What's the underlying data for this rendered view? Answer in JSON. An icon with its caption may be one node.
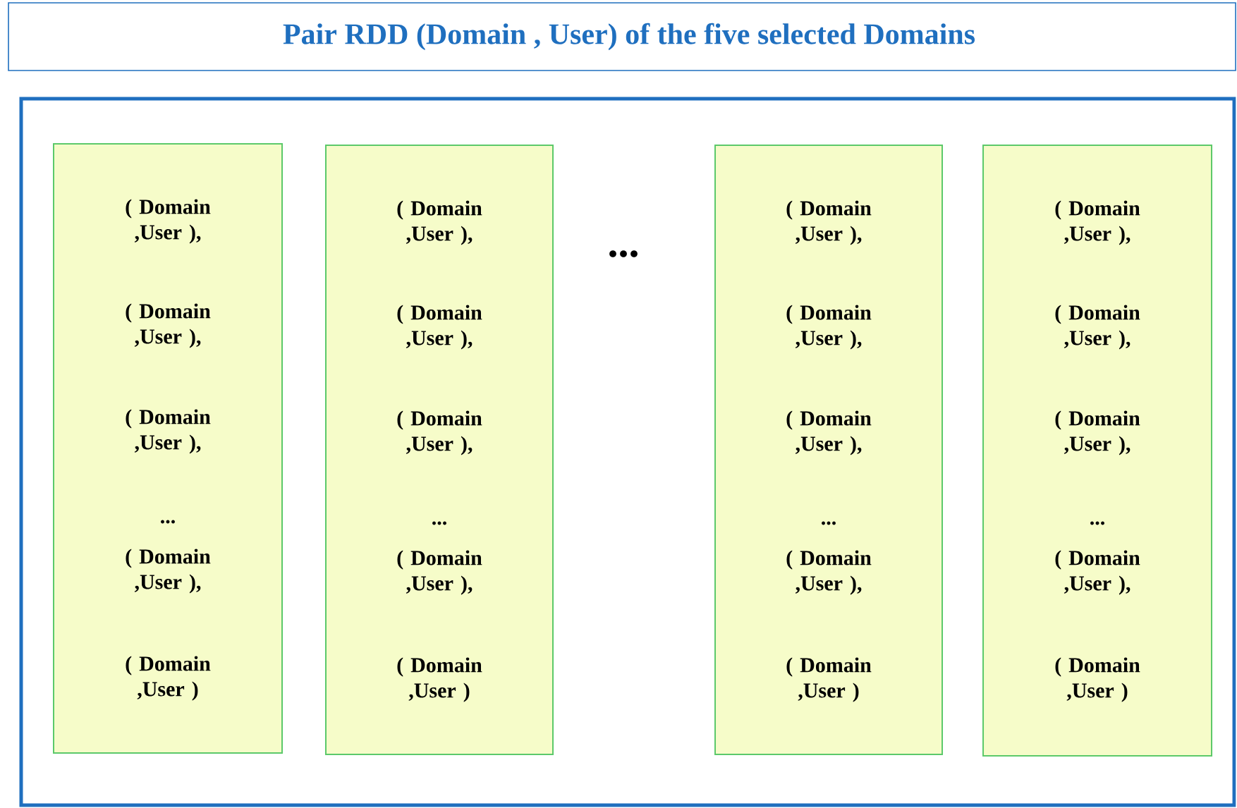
{
  "diagram": {
    "title": "Pair RDD (Domain , User) of the five selected Domains",
    "nodes": [
      {
        "text": [],
        "shape": "box"
      },
      {
        "text": [
          "( Domain ,User ),",
          "( Domain ,User ),",
          "( Domain ,User ),",
          "...",
          "( Domain ,User ),",
          "( Domain ,User )"
        ],
        "in": 0
      },
      {
        "text": [
          "( Domain ,User ),",
          "( Domain ,User ),",
          "( Domain ,User ),",
          "...",
          "( Domain ,User ),",
          "( Domain ,User )"
        ],
        "in": 0
      },
      {
        "text": [
          "( Domain ,User ),",
          "( Domain ,User ),",
          "( Domain ,User ),",
          "...",
          "( Domain ,User ),",
          "( Domain ,User )"
        ],
        "in": 0
      },
      {
        "text": [
          "( Domain ,User ),",
          "( Domain ,User ),",
          "( Domain ,User ),",
          "...",
          "( Domain ,User ),",
          "( Domain ,User )"
        ],
        "in": 0
      }
    ],
    "labels": [
      "..."
    ]
  }
}
